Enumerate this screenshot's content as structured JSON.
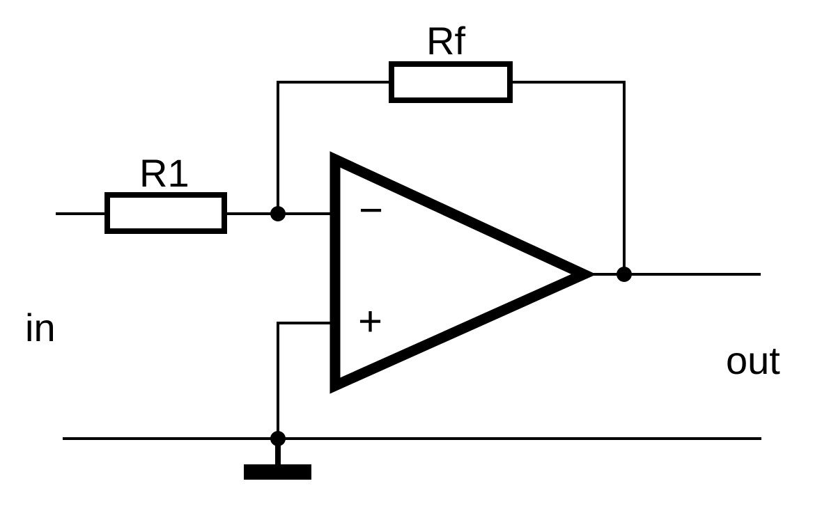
{
  "circuit": {
    "input_label": "in",
    "output_label": "out",
    "components": {
      "r1_label": "R1",
      "rf_label": "Rf"
    },
    "opamp": {
      "inverting_symbol": "−",
      "noninverting_symbol": "+"
    }
  },
  "colors": {
    "line": "#000000",
    "background": "#ffffff"
  }
}
